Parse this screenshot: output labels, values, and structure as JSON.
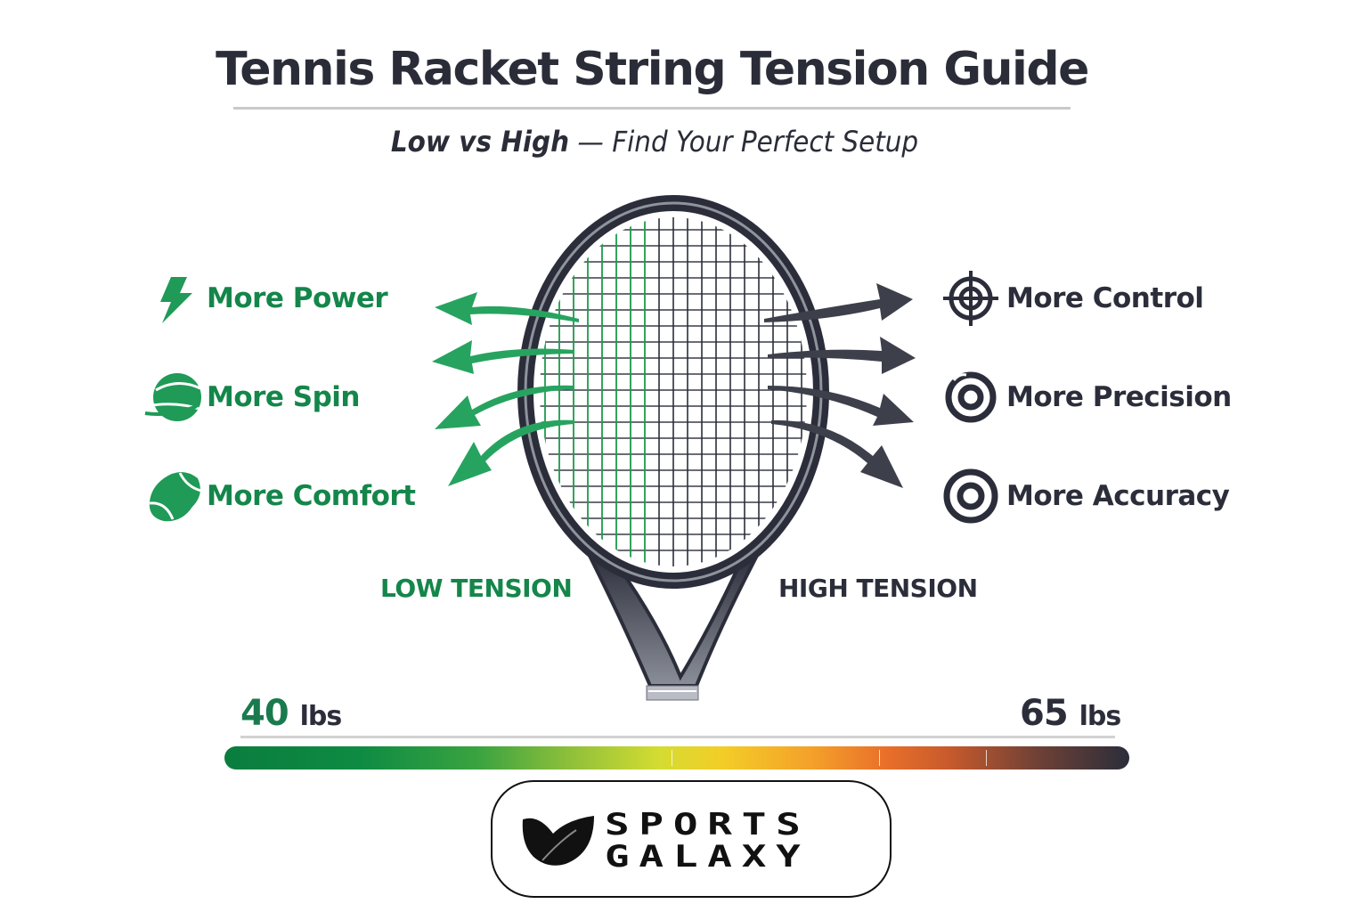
{
  "header": {
    "title": "Tennis Racket String Tension Guide",
    "subtitle_strong": "Low vs High",
    "subtitle_dash": " — ",
    "subtitle_rest": "Find Your Perfect Setup"
  },
  "low_tension": {
    "label": "LOW TENSION",
    "color": "#14864a",
    "benefits": [
      {
        "icon": "lightning-bolt-icon",
        "label": "More Power"
      },
      {
        "icon": "spinning-ball-icon",
        "label": "More Spin"
      },
      {
        "icon": "tennis-ball-icon",
        "label": "More Comfort"
      }
    ]
  },
  "high_tension": {
    "label": "HIGH TENSION",
    "color": "#2b2e3a",
    "benefits": [
      {
        "icon": "crosshair-icon",
        "label": "More Control"
      },
      {
        "icon": "target-ring-icon",
        "label": "More Precision"
      },
      {
        "icon": "bullseye-icon",
        "label": "More Accuracy"
      }
    ]
  },
  "scale": {
    "min_value": "40",
    "max_value": "65",
    "unit": "lbs",
    "gradient_colors": [
      "#0a7d3e",
      "#8dbf3a",
      "#f3cd27",
      "#e9702a",
      "#2b2e3a"
    ]
  },
  "brand": {
    "line1": "SPORTS",
    "line2": "GALAXY"
  }
}
